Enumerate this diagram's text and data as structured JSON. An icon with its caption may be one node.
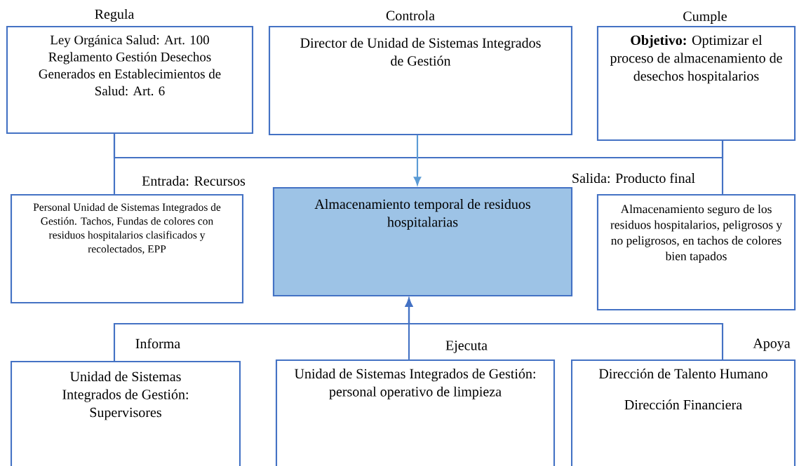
{
  "diagram": {
    "nodes": [
      {
        "text": [
          "Ley Orgánica Salud: Art. 100 Reglamento Gestión Desechos Generados en Establecimientos de Salud: Art. 6"
        ],
        "beside": [
          "Regula"
        ]
      },
      {
        "text": [
          "Director de Unidad de Sistemas Integrados de Gestión"
        ],
        "beside": [
          "Controla"
        ]
      },
      {
        "text": [
          "**Objetivo:** Optimizar el proceso de almacenamiento de desechos hospitalarios"
        ],
        "beside": [
          "Cumple"
        ]
      },
      {
        "text": [
          "Personal Unidad de Sistemas Integrados de Gestión. Tachos, Fundas de colores con residuos hospitalarios clasificados y recolectados, EPP"
        ],
        "beside": [
          "Entrada: Recursos"
        ]
      },
      {
        "text": [
          "Almacenamiento temporal de residuos hospitalarias"
        ]
      },
      {
        "text": [
          "Almacenamiento seguro de los residuos hospitalarios, peligrosos y no peligrosos, en tachos de colores bien tapados"
        ],
        "beside": [
          "Salida: Producto final"
        ]
      },
      {
        "text": [
          "Unidad de Sistemas Integrados de Gestión: Supervisores"
        ],
        "beside": [
          "Informa"
        ]
      },
      {
        "text": [
          "Unidad de Sistemas Integrados de Gestión: personal operativo de limpieza"
        ],
        "beside": [
          "Ejecuta"
        ]
      },
      {
        "text": [
          "Dirección de Talento Humano",
          "Dirección Financiera"
        ],
        "beside": [
          "Apoya"
        ]
      }
    ],
    "edges": [
      {
        "from": 0,
        "to": 3,
        "arrow": "none"
      },
      {
        "from": 0,
        "to": 2,
        "arrow": "none"
      },
      {
        "from": 2,
        "to": 5,
        "arrow": "none"
      },
      {
        "from": 1,
        "to": 4,
        "arrow": "to",
        "color": "#5b9bd5"
      },
      {
        "from": 6,
        "to": 4,
        "arrow": "to"
      },
      {
        "from": 7,
        "to": 4,
        "arrow": "to"
      },
      {
        "from": 8,
        "to": 4,
        "arrow": "to"
      }
    ]
  }
}
